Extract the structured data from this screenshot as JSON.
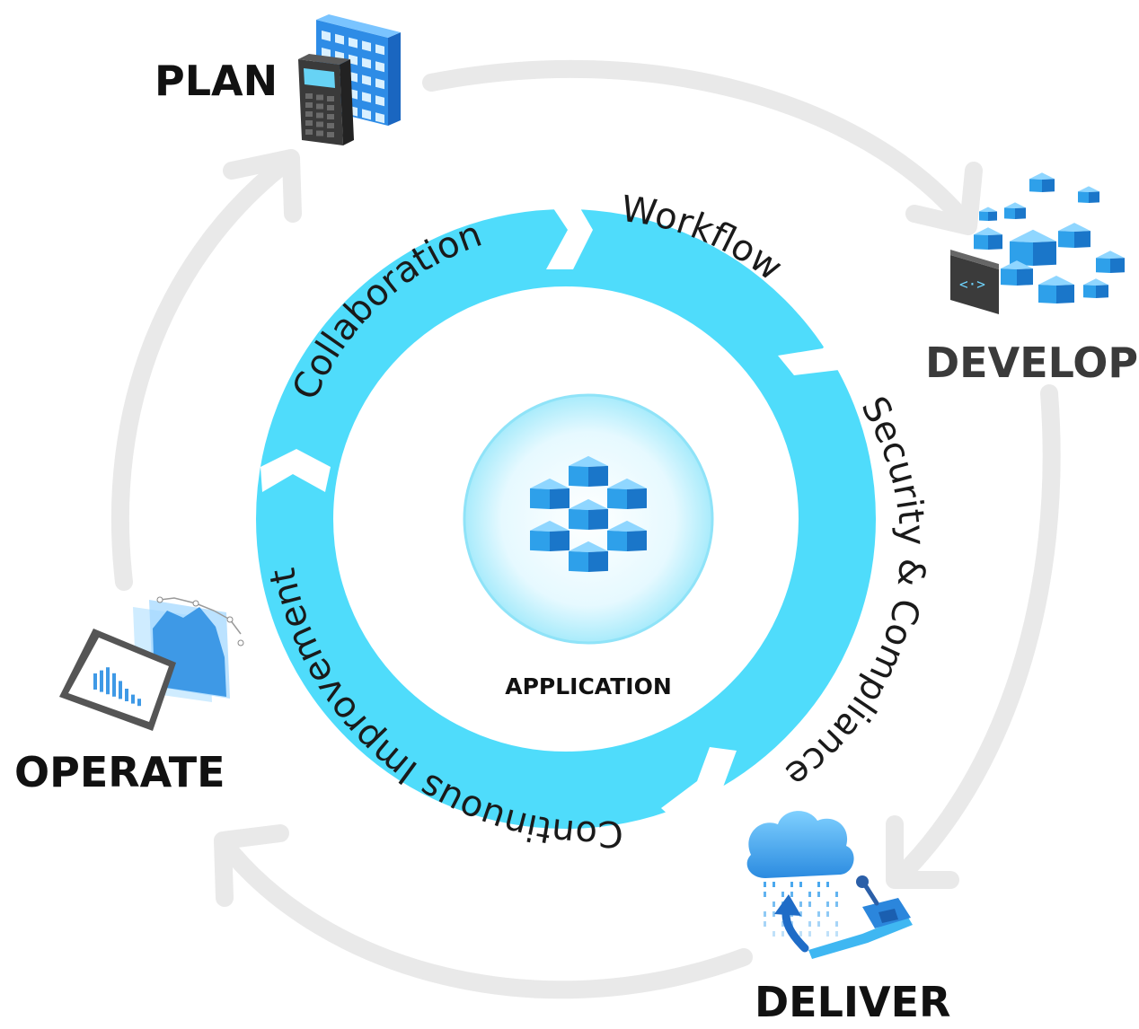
{
  "phases": {
    "plan": "PLAN",
    "develop": "DEVELOP",
    "deliver": "DELIVER",
    "operate": "OPERATE"
  },
  "ring": {
    "collaboration": "Collaboration",
    "workflow": "Workflow",
    "security": "Security & Compliance",
    "improvement": "Continuous Improvement"
  },
  "center": {
    "label": "APPLICATION"
  },
  "colors": {
    "ring": "#4fdcfb",
    "ring_border": "#2cc4ea",
    "outer_arrow": "#e8e8e8",
    "cube": "#2ea0ea",
    "cube_top": "#8fd6ff",
    "cube_side": "#1a76c9"
  },
  "icons": [
    "calculator-calendar-icon",
    "code-blocks-icon",
    "cloud-lever-icon",
    "monitor-chart-icon",
    "cube-cluster-icon"
  ]
}
